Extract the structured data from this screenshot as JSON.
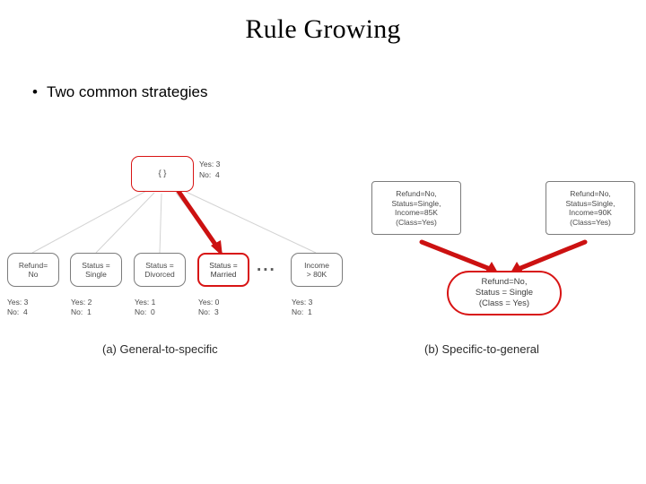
{
  "slide": {
    "title": "Rule Growing",
    "bullet": {
      "marker": "•",
      "text": "Two common strategies"
    }
  },
  "figure": {
    "left_panel": {
      "caption": "(a) General-to-specific",
      "root": {
        "label": "{ }",
        "counts": "Yes: 3\nNo:  4"
      },
      "children": [
        {
          "label": "Refund=\nNo",
          "counts": "Yes: 3\nNo:  4",
          "highlighted": false
        },
        {
          "label": "Status =\nSingle",
          "counts": "Yes: 2\nNo:  1",
          "highlighted": false
        },
        {
          "label": "Status =\nDivorced",
          "counts": "Yes: 1\nNo:  0",
          "highlighted": false
        },
        {
          "label": "Status =\nMarried",
          "counts": "Yes: 0\nNo:  3",
          "highlighted": true
        },
        {
          "label": "Income\n> 80K",
          "counts": "Yes: 3\nNo:  1",
          "highlighted": false
        }
      ],
      "ellipsis": "..."
    },
    "right_panel": {
      "caption": "(b) Specific-to-general",
      "top_nodes": [
        {
          "label": "Refund=No,\nStatus=Single,\nIncome=85K\n(Class=Yes)"
        },
        {
          "label": "Refund=No,\nStatus=Single,\nIncome=90K\n(Class=Yes)"
        }
      ],
      "merged_node": {
        "label": "Refund=No,\nStatus = Single\n(Class = Yes)"
      }
    }
  },
  "colors": {
    "highlight": "#d81414",
    "node_border": "#7c7c7c",
    "text": "#4a4a4a",
    "edge": "#cfcfcf"
  }
}
